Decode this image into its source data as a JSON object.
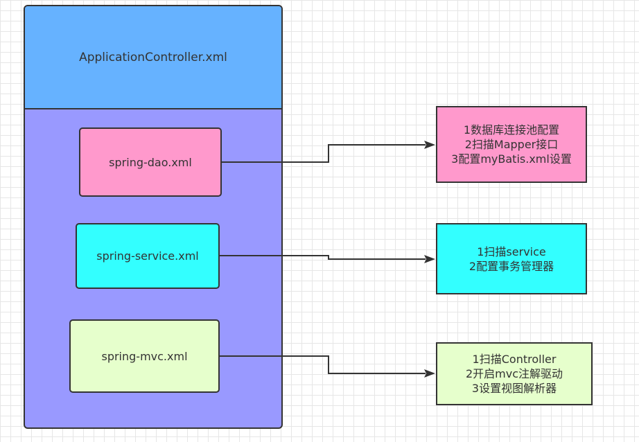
{
  "diagram": {
    "container": {
      "title": "ApplicationController.xml",
      "fill": "#9999ff",
      "header_fill": "#66b2ff"
    },
    "configs": [
      {
        "label": "spring-dao.xml",
        "fill": "#ff99cc"
      },
      {
        "label": "spring-service.xml",
        "fill": "#33ffff"
      },
      {
        "label": "spring-mvc.xml",
        "fill": "#e6ffcc"
      }
    ],
    "notes": [
      {
        "lines": [
          "1数据库连接池配置",
          "2扫描Mapper接口",
          "3配置myBatis.xml设置"
        ],
        "fill": "#ff99cc"
      },
      {
        "lines": [
          "1扫描service",
          "2配置事务管理器"
        ],
        "fill": "#33ffff"
      },
      {
        "lines": [
          "1扫描Controller",
          "2开启mvc注解驱动",
          "3设置视图解析器"
        ],
        "fill": "#e6ffcc"
      }
    ],
    "line_color": "#333333"
  }
}
